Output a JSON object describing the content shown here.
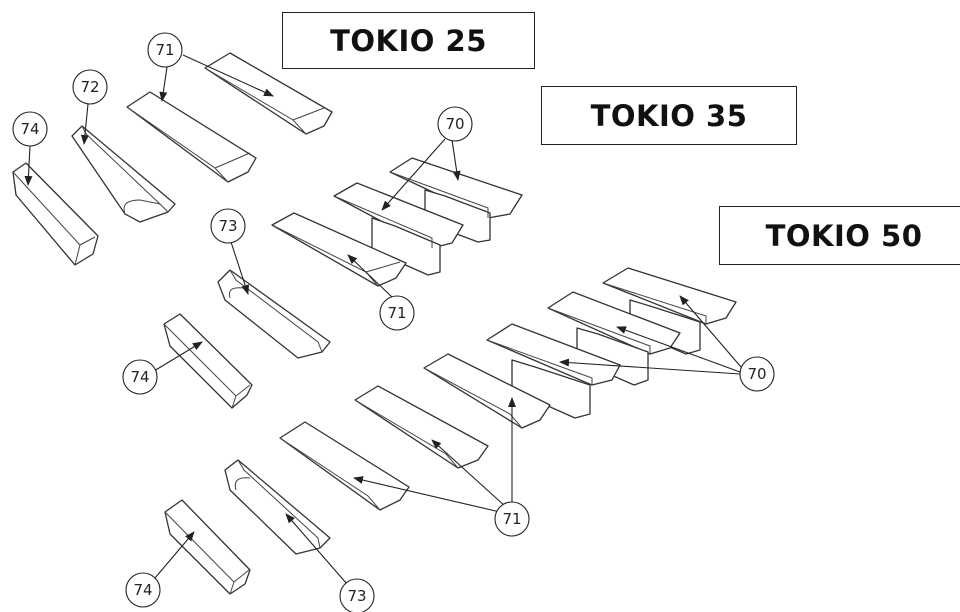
{
  "models": [
    {
      "id": "tokio-25",
      "label": "TOKIO 25"
    },
    {
      "id": "tokio-35",
      "label": "TOKIO 35"
    },
    {
      "id": "tokio-50",
      "label": "TOKIO 50"
    }
  ],
  "callouts": {
    "c71_top": "71",
    "c72": "72",
    "c74_top": "74",
    "c70_mid": "70",
    "c73_mid": "73",
    "c71_mid": "71",
    "c74_mid": "74",
    "c70_right": "70",
    "c71_bottom": "71",
    "c73_bottom": "73",
    "c74_bottom": "74"
  }
}
